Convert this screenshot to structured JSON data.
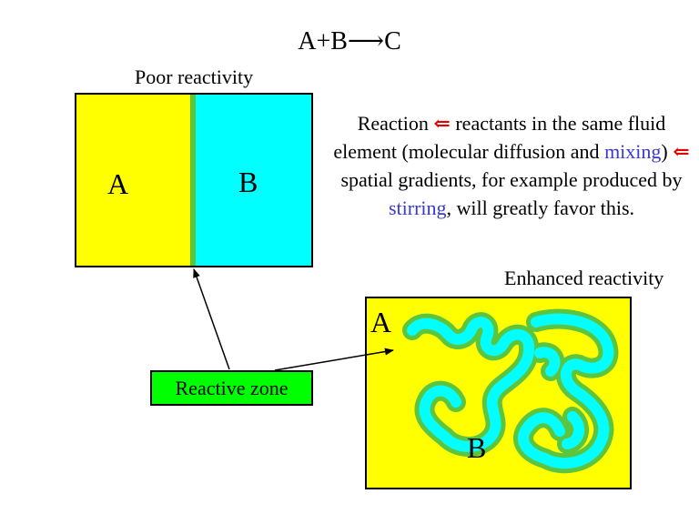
{
  "title": "A+B⟶C",
  "left_panel": {
    "label": "Poor reactivity",
    "region_a": "A",
    "region_b": "B"
  },
  "right_panel": {
    "label": "Enhanced reactivity",
    "region_a": "A",
    "region_b": "B"
  },
  "reactive_zone_label": "Reactive zone",
  "description": {
    "part1": "Reaction ",
    "arrow1": "⇐",
    "part2": " reactants in the same fluid element (molecular diffusion and ",
    "mixing": "mixing",
    "part3": ") ",
    "arrow2": "⇐",
    "part4": " spatial gradients, for example produced by ",
    "stirring": "stirring",
    "part5": ", will greatly favor this."
  },
  "colors": {
    "species_a": "#ffff00",
    "species_b": "#00ffff",
    "reactive_zone": "#5cc540",
    "reactive_zone_box": "#00ff00",
    "highlight_text": "#3a3ac8",
    "arrow_symbol": "#e00000"
  }
}
